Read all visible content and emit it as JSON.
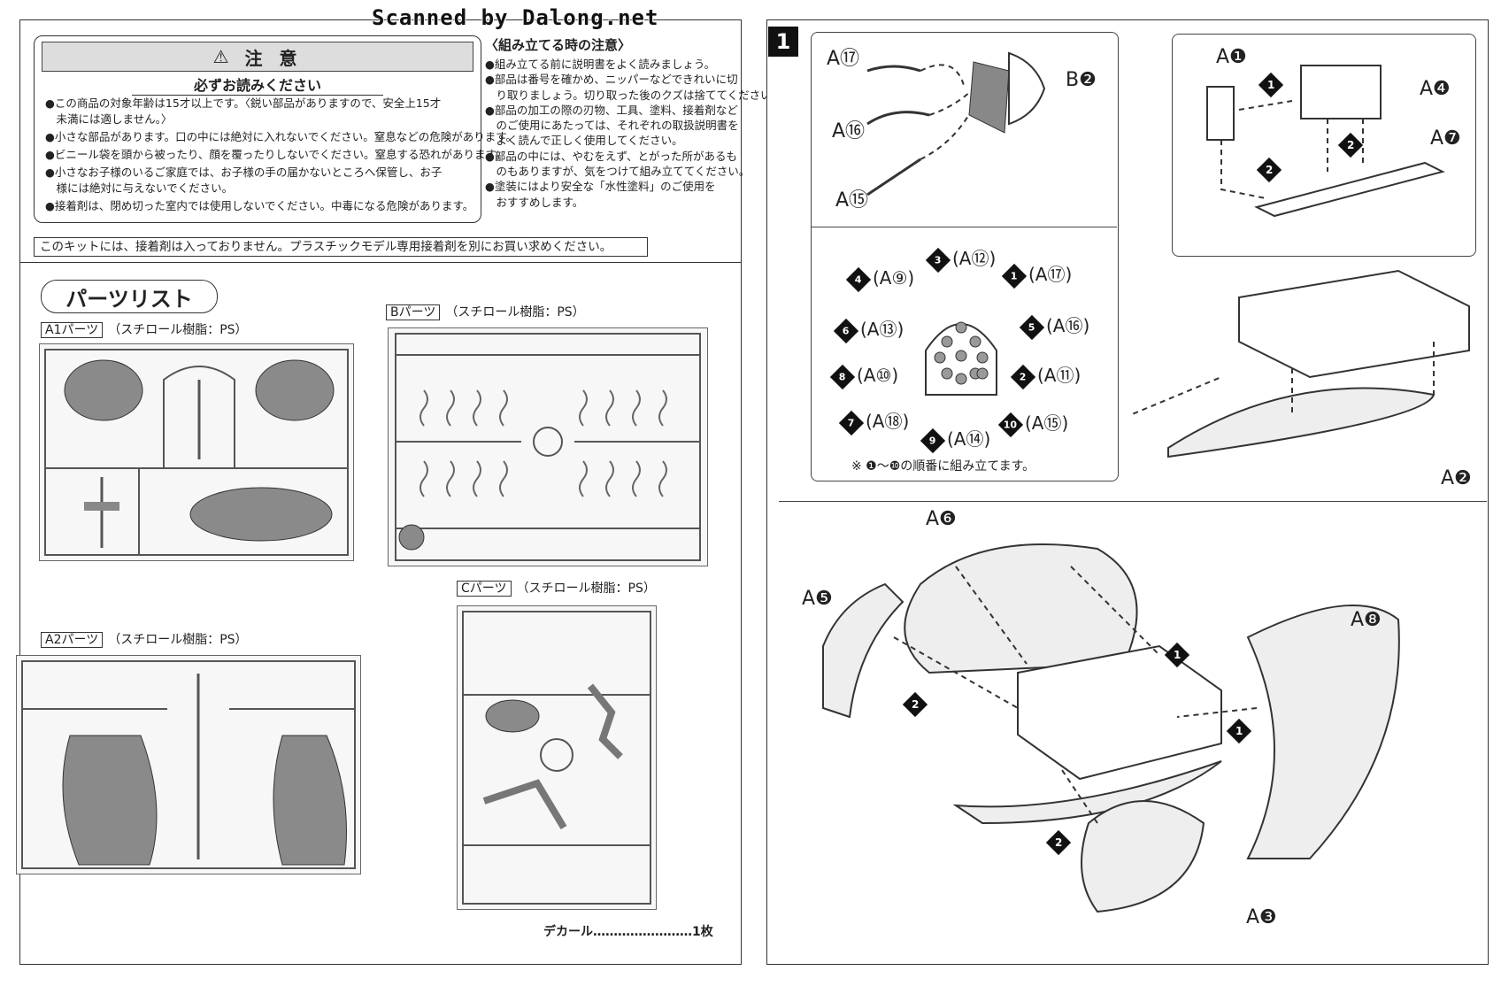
{
  "scan_banner": "Scanned by Dalong.net",
  "warning": {
    "title": "注 意",
    "subtitle": "必ずお読みください",
    "lines": [
      "●この商品の対象年齢は15才以上です。〈鋭い部品がありますので、安全上15才",
      "　未満には適しません。〉",
      "●小さな部品があります。口の中には絶対に入れないでください。窒息などの危険があります。",
      "●ビニール袋を頭から被ったり、顔を覆ったりしないでください。窒息する恐れがあります。",
      "●小さなお子様のいるご家庭では、お子様の手の届かないところへ保管し、お子",
      "　様には絶対に与えないでください。",
      "●接着剤は、閉め切った室内では使用しないでください。中毒になる危険があります。"
    ]
  },
  "assembly_notes": {
    "title": "〈組み立てる時の注意〉",
    "lines": [
      "●組み立てる前に説明書をよく読みましょう。",
      "●部品は番号を確かめ、ニッパーなどできれいに切",
      "　り取りましょう。切り取った後のクズは捨ててください。",
      "●部品の加工の際の刃物、工具、塗料、接着剤など",
      "　のご使用にあたっては、それぞれの取扱説明書を",
      "　よく読んで正しく使用してください。",
      "●部品の中には、やむをえず、とがった所があるも",
      "　のもありますが、気をつけて組み立ててください。",
      "●塗装にはより安全な「水性塗料」のご使用を",
      "　おすすめします。"
    ]
  },
  "glue_notice": "このキットには、接着剤は入っておりません。プラスチックモデル専用接着剤を別にお買い求めください。",
  "parts_list_title": "パーツリスト",
  "runners": [
    {
      "tag": "A1パーツ",
      "material": "（スチロール樹脂：PS）"
    },
    {
      "tag": "Bパーツ",
      "material": "（スチロール樹脂：PS）"
    },
    {
      "tag": "A2パーツ",
      "material": "（スチロール樹脂：PS）"
    },
    {
      "tag": "Cパーツ",
      "material": "（スチロール樹脂：PS）"
    }
  ],
  "decal": "デカール……………………1枚",
  "step": {
    "number": "1",
    "labels": {
      "a17": "A⑰",
      "a16": "A⑯",
      "a15": "A⑮",
      "b2": "B❷",
      "a1": "A❶",
      "a4": "A❹",
      "a7": "A❼",
      "a2": "A❷",
      "a6": "A❻",
      "a5": "A❺",
      "a8": "A❽",
      "a3": "A❸"
    },
    "order_items": [
      {
        "n": "3",
        "p": "(A⑫)"
      },
      {
        "n": "1",
        "p": "(A⑰)"
      },
      {
        "n": "4",
        "p": "(A⑨)"
      },
      {
        "n": "5",
        "p": "(A⑯)"
      },
      {
        "n": "6",
        "p": "(A⑬)"
      },
      {
        "n": "2",
        "p": "(A⑪)"
      },
      {
        "n": "8",
        "p": "(A⑩)"
      },
      {
        "n": "7",
        "p": "(A⑱)"
      },
      {
        "n": "10",
        "p": "(A⑮)"
      },
      {
        "n": "9",
        "p": "(A⑭)"
      }
    ],
    "order_note": "※ ❶～❿の順番に組み立てます。",
    "arrow_marks": [
      "1",
      "2",
      "2",
      "1",
      "2",
      "1",
      "2"
    ]
  },
  "colors": {
    "line": "#333333",
    "runner_fill": "#f7f7f7",
    "part_fill": "#8a8a8a"
  }
}
